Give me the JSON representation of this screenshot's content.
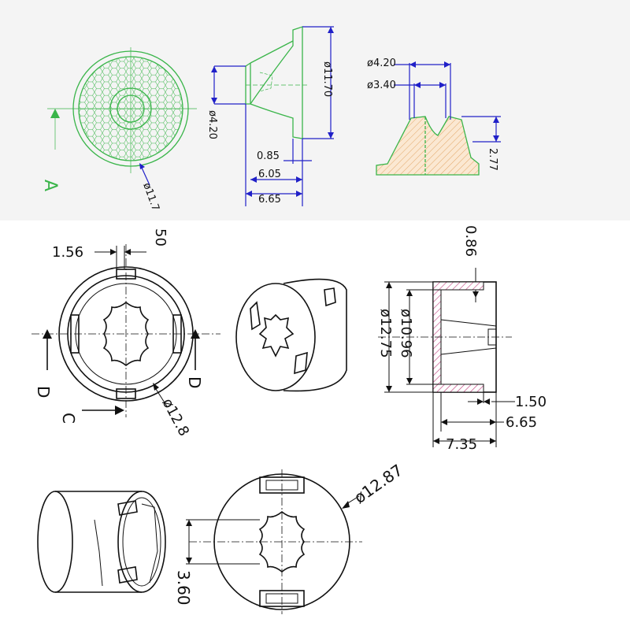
{
  "drawing": {
    "top_front": {
      "section_label": "A",
      "diameter": "ø11.7"
    },
    "top_side": {
      "d_outer": "ø11.70",
      "d_inner": "ø4.20",
      "w1": "0.85",
      "w2": "6.05",
      "w3": "6.65"
    },
    "top_section": {
      "d1": "ø4.20",
      "d2": "ø3.40",
      "h": "2.77"
    },
    "mid_front": {
      "gap": "1.56",
      "gap2": "50",
      "section_left": "D",
      "section_right": "D",
      "section_bottom": "C",
      "diameter": "ø12.8"
    },
    "mid_section": {
      "wall": "0.86",
      "d_outer": "ø12.75",
      "d_inner": "ø10.96",
      "w1": "1.50",
      "w2": "6.65",
      "w3": "7.35"
    },
    "bottom_front": {
      "diameter": "ø12.87",
      "slot": "3.60"
    }
  },
  "colors": {
    "ink": "#111111",
    "green_lines": "#3ab54a",
    "blue_dims": "#2020c8",
    "top_band": "#f4f4f4"
  }
}
